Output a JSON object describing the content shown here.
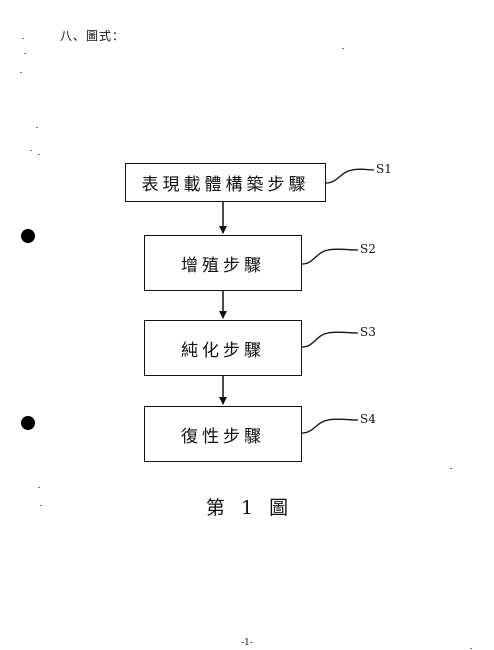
{
  "header": {
    "section_title": "八、圖式："
  },
  "flowchart": {
    "steps": [
      {
        "id": "S1",
        "label": "表現載體構築步驟"
      },
      {
        "id": "S2",
        "label": "增殖步驟"
      },
      {
        "id": "S3",
        "label": "純化步驟"
      },
      {
        "id": "S4",
        "label": "復性步驟"
      }
    ]
  },
  "caption": "第 1 圖",
  "footer": {
    "page_number": "-1-"
  }
}
